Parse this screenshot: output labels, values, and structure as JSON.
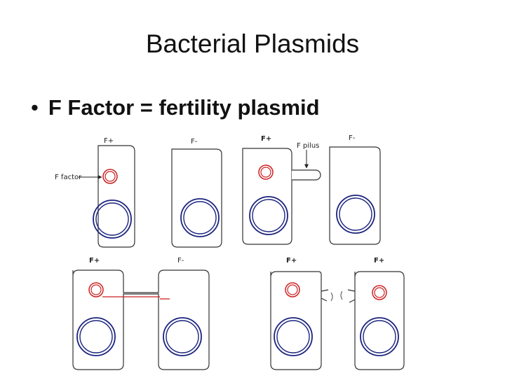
{
  "slide": {
    "title": "Bacterial Plasmids",
    "bullet": "F Factor = fertility plasmid"
  },
  "diagram": {
    "panel1": {
      "left_cell": "F+",
      "right_cell": "F-",
      "f_factor_label": "F factor"
    },
    "panel2": {
      "left_cell": "F+",
      "right_cell": "F-",
      "pilus_label": "F pilus"
    },
    "panel3": {
      "left_cell": "F+",
      "right_cell": "F-"
    },
    "panel4": {
      "left_cell": "F+",
      "right_cell": "F+"
    }
  },
  "colors": {
    "plasmid": "#cc2222",
    "chromosome": "#1a237e",
    "cell_outline": "#333333"
  }
}
